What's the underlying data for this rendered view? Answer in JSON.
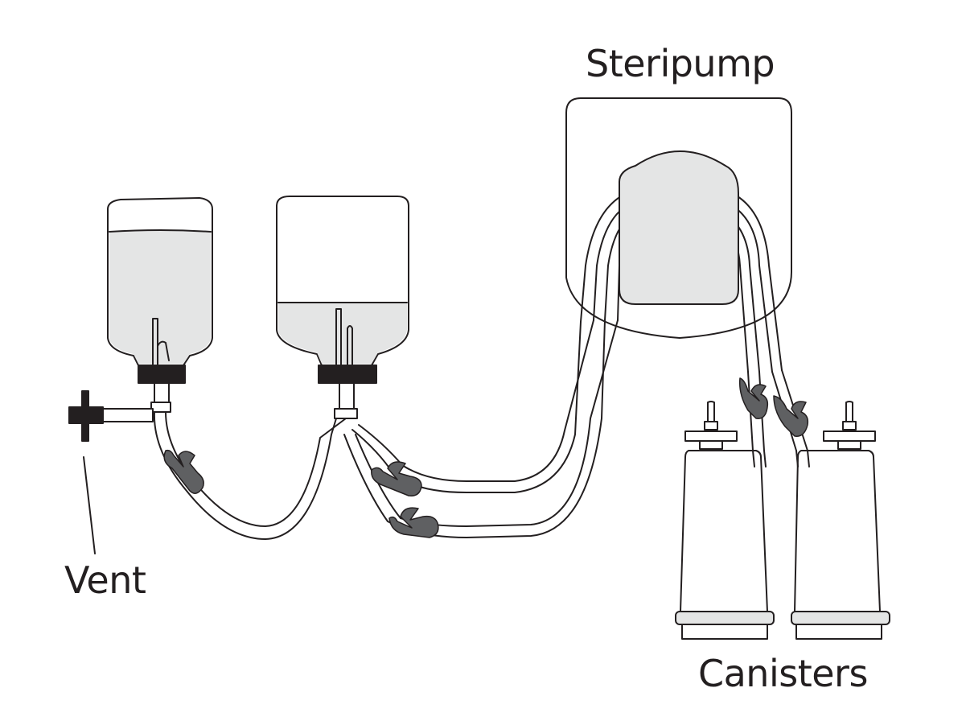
{
  "labels": {
    "steripump": "Steripump",
    "vent": "Vent",
    "canisters": "Canisters"
  },
  "colors": {
    "outline": "#231f20",
    "liquid": "#e4e5e5",
    "clamp": "#5f6062",
    "background": "#ffffff"
  },
  "fill_levels": {
    "left_bottle": 0.83,
    "middle_bottle": 0.32
  }
}
